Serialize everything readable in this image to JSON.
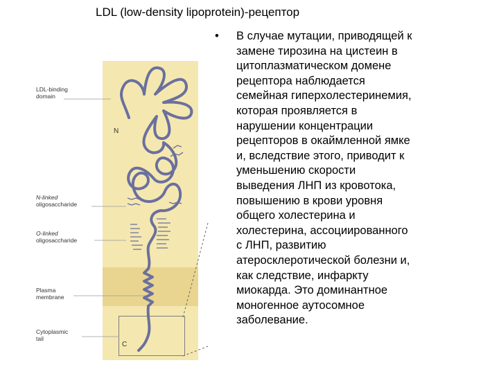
{
  "title": "LDL (low-density lipoprotein)-рецептор",
  "bullet": {
    "symbol": "•",
    "lines": [
      "В случае мутации, приводящей к",
      "замене тирозина на цистеин в",
      "цитоплазматическом домене",
      "рецептора наблюдается",
      "семейная гиперхолестеринемия,",
      "которая проявляется в",
      "нарушении концентрации",
      "рецепторов в окаймленной ямке",
      "и, вследствие этого, приводит к",
      "уменьшению скорости",
      "выведения ЛНП из кровотока,",
      "повышению в крови уровня",
      "общего холестерина и",
      "холестерина, ассоциированного",
      "с ЛНП, развитию",
      "атеросклеротической болезни и,",
      "как следствие, инфаркту",
      "миокарда. Это доминантное",
      "моногенное аутосомное",
      "заболевание."
    ]
  },
  "figure": {
    "labels": {
      "ldl_binding": [
        "LDL-binding",
        "domain"
      ],
      "n_linked": [
        "N-linked",
        "oligosaccharide"
      ],
      "o_linked": [
        "O-linked",
        "oligosaccharide"
      ],
      "plasma": [
        "Plasma",
        "membrane"
      ],
      "cyto": [
        "Cytoplasmic",
        "tail"
      ]
    },
    "n_terminus": "N",
    "c_terminus": "C"
  },
  "colors": {
    "background_panel": "#f4e8b0",
    "membrane": "#e9d590",
    "protein_chain": "#6b6f9e"
  }
}
